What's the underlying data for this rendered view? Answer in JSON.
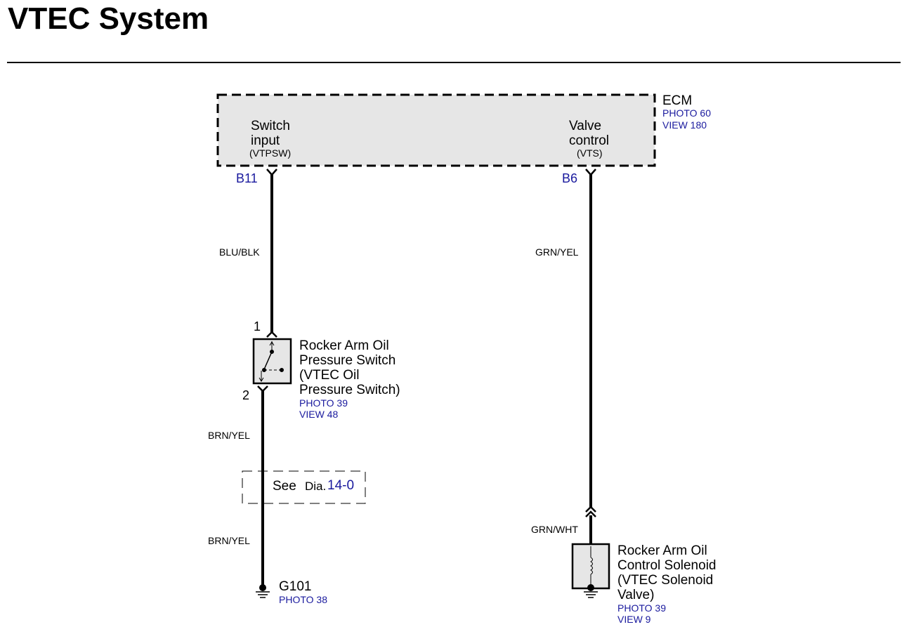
{
  "page": {
    "title": "VTEC System"
  },
  "ecm": {
    "name": "ECM",
    "photo": "PHOTO 60",
    "view": "VIEW 180",
    "switch_input": {
      "line1": "Switch",
      "line2": "input",
      "signal": "(VTPSW)",
      "pin": "B11"
    },
    "valve_control": {
      "line1": "Valve",
      "line2": "control",
      "signal": "(VTS)",
      "pin": "B6"
    }
  },
  "wires": {
    "left_top": "BLU/BLK",
    "right_top": "GRN/YEL",
    "left_mid": "BRN/YEL",
    "left_bottom": "BRN/YEL",
    "right_bottom": "GRN/WHT"
  },
  "pressure_switch": {
    "pin_top": "1",
    "pin_bottom": "2",
    "name_lines": [
      "Rocker Arm Oil",
      "Pressure Switch",
      "(VTEC Oil",
      "Pressure Switch)"
    ],
    "photo": "PHOTO 39",
    "view": "VIEW 48"
  },
  "see_ref": {
    "see": "See",
    "dia": "Dia.",
    "number": "14-0"
  },
  "ground": {
    "name": "G101",
    "photo": "PHOTO 38"
  },
  "solenoid": {
    "name_lines": [
      "Rocker Arm Oil",
      "Control Solenoid",
      "(VTEC Solenoid",
      "Valve)"
    ],
    "photo": "PHOTO 39",
    "view": "VIEW 9"
  },
  "colors": {
    "ref_blue": "#1a1a9e",
    "box_fill": "#e6e6e6"
  }
}
